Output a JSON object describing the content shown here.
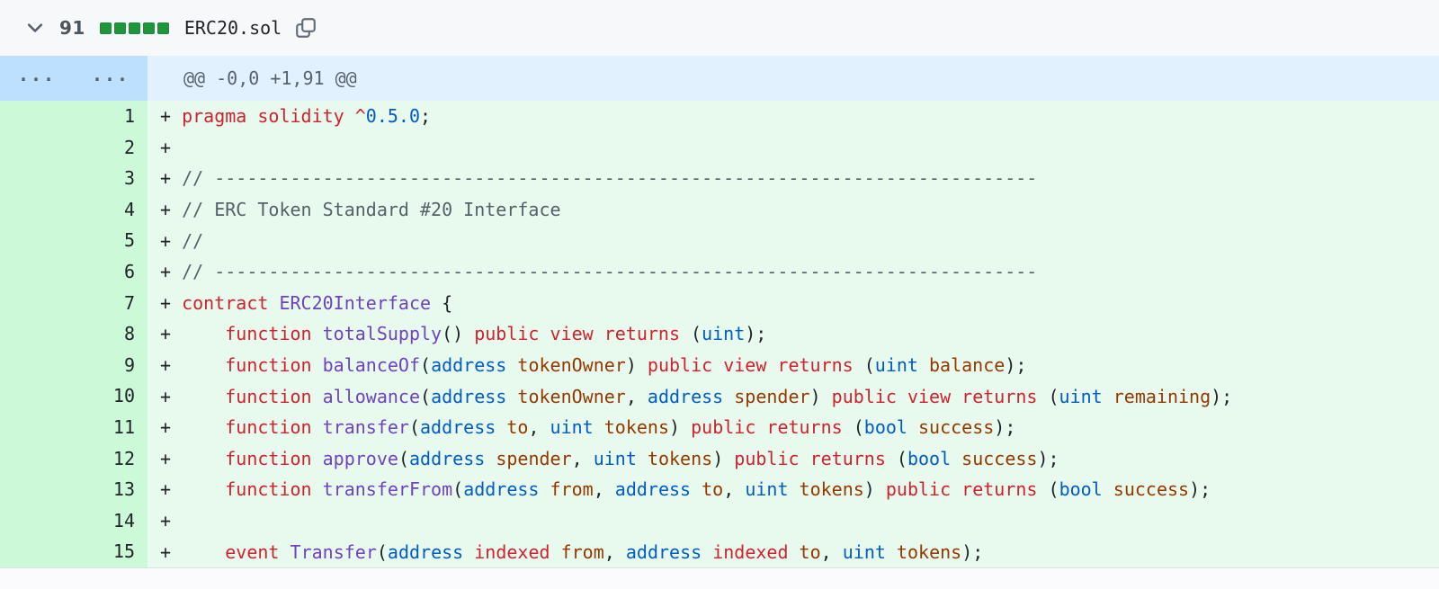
{
  "header": {
    "additions_count": "91",
    "diffstat_blocks": 5,
    "filename": "ERC20.sol"
  },
  "hunk": {
    "gutter_dots": "...",
    "header_text": "@@ -0,0 +1,91 @@"
  },
  "colors": {
    "k": "#cf222e",
    "e": "#6f42c1",
    "b": "#005cc5",
    "v": "#953800",
    "c": "#57606a",
    "p": "#1f2328",
    "marker": "#1f2328",
    "diffstat_green": "#1f963c",
    "added_line_bg": "#e8faed",
    "added_gutter_bg": "#ccf9d8",
    "hunk_bg": "#e2f1fe",
    "hunk_gutter_bg": "#bee0ff"
  },
  "lines": [
    {
      "num": "1",
      "marker": "+",
      "tokens": [
        {
          "t": "pragma solidity ^",
          "c": "k"
        },
        {
          "t": "0.5.0",
          "c": "b"
        },
        {
          "t": ";",
          "c": "p"
        }
      ]
    },
    {
      "num": "2",
      "marker": "+",
      "tokens": []
    },
    {
      "num": "3",
      "marker": "+",
      "tokens": [
        {
          "t": "// ----------------------------------------------------------------------------",
          "c": "c"
        }
      ]
    },
    {
      "num": "4",
      "marker": "+",
      "tokens": [
        {
          "t": "// ERC Token Standard #20 Interface",
          "c": "c"
        }
      ]
    },
    {
      "num": "5",
      "marker": "+",
      "tokens": [
        {
          "t": "//",
          "c": "c"
        }
      ]
    },
    {
      "num": "6",
      "marker": "+",
      "tokens": [
        {
          "t": "// ----------------------------------------------------------------------------",
          "c": "c"
        }
      ]
    },
    {
      "num": "7",
      "marker": "+",
      "tokens": [
        {
          "t": "contract",
          "c": "k"
        },
        {
          "t": " ",
          "c": "p"
        },
        {
          "t": "ERC20Interface",
          "c": "e"
        },
        {
          "t": " {",
          "c": "p"
        }
      ]
    },
    {
      "num": "8",
      "marker": "+",
      "tokens": [
        {
          "t": "    ",
          "c": "p"
        },
        {
          "t": "function",
          "c": "k"
        },
        {
          "t": " ",
          "c": "p"
        },
        {
          "t": "totalSupply",
          "c": "e"
        },
        {
          "t": "() ",
          "c": "p"
        },
        {
          "t": "public view returns",
          "c": "k"
        },
        {
          "t": " (",
          "c": "p"
        },
        {
          "t": "uint",
          "c": "b"
        },
        {
          "t": ");",
          "c": "p"
        }
      ]
    },
    {
      "num": "9",
      "marker": "+",
      "tokens": [
        {
          "t": "    ",
          "c": "p"
        },
        {
          "t": "function",
          "c": "k"
        },
        {
          "t": " ",
          "c": "p"
        },
        {
          "t": "balanceOf",
          "c": "e"
        },
        {
          "t": "(",
          "c": "p"
        },
        {
          "t": "address",
          "c": "b"
        },
        {
          "t": " ",
          "c": "p"
        },
        {
          "t": "tokenOwner",
          "c": "v"
        },
        {
          "t": ") ",
          "c": "p"
        },
        {
          "t": "public view returns",
          "c": "k"
        },
        {
          "t": " (",
          "c": "p"
        },
        {
          "t": "uint",
          "c": "b"
        },
        {
          "t": " ",
          "c": "p"
        },
        {
          "t": "balance",
          "c": "v"
        },
        {
          "t": ");",
          "c": "p"
        }
      ]
    },
    {
      "num": "10",
      "marker": "+",
      "tokens": [
        {
          "t": "    ",
          "c": "p"
        },
        {
          "t": "function",
          "c": "k"
        },
        {
          "t": " ",
          "c": "p"
        },
        {
          "t": "allowance",
          "c": "e"
        },
        {
          "t": "(",
          "c": "p"
        },
        {
          "t": "address",
          "c": "b"
        },
        {
          "t": " ",
          "c": "p"
        },
        {
          "t": "tokenOwner",
          "c": "v"
        },
        {
          "t": ", ",
          "c": "p"
        },
        {
          "t": "address",
          "c": "b"
        },
        {
          "t": " ",
          "c": "p"
        },
        {
          "t": "spender",
          "c": "v"
        },
        {
          "t": ") ",
          "c": "p"
        },
        {
          "t": "public view returns",
          "c": "k"
        },
        {
          "t": " (",
          "c": "p"
        },
        {
          "t": "uint",
          "c": "b"
        },
        {
          "t": " ",
          "c": "p"
        },
        {
          "t": "remaining",
          "c": "v"
        },
        {
          "t": ");",
          "c": "p"
        }
      ]
    },
    {
      "num": "11",
      "marker": "+",
      "tokens": [
        {
          "t": "    ",
          "c": "p"
        },
        {
          "t": "function",
          "c": "k"
        },
        {
          "t": " ",
          "c": "p"
        },
        {
          "t": "transfer",
          "c": "e"
        },
        {
          "t": "(",
          "c": "p"
        },
        {
          "t": "address",
          "c": "b"
        },
        {
          "t": " ",
          "c": "p"
        },
        {
          "t": "to",
          "c": "v"
        },
        {
          "t": ", ",
          "c": "p"
        },
        {
          "t": "uint",
          "c": "b"
        },
        {
          "t": " ",
          "c": "p"
        },
        {
          "t": "tokens",
          "c": "v"
        },
        {
          "t": ") ",
          "c": "p"
        },
        {
          "t": "public returns",
          "c": "k"
        },
        {
          "t": " (",
          "c": "p"
        },
        {
          "t": "bool",
          "c": "b"
        },
        {
          "t": " ",
          "c": "p"
        },
        {
          "t": "success",
          "c": "v"
        },
        {
          "t": ");",
          "c": "p"
        }
      ]
    },
    {
      "num": "12",
      "marker": "+",
      "tokens": [
        {
          "t": "    ",
          "c": "p"
        },
        {
          "t": "function",
          "c": "k"
        },
        {
          "t": " ",
          "c": "p"
        },
        {
          "t": "approve",
          "c": "e"
        },
        {
          "t": "(",
          "c": "p"
        },
        {
          "t": "address",
          "c": "b"
        },
        {
          "t": " ",
          "c": "p"
        },
        {
          "t": "spender",
          "c": "v"
        },
        {
          "t": ", ",
          "c": "p"
        },
        {
          "t": "uint",
          "c": "b"
        },
        {
          "t": " ",
          "c": "p"
        },
        {
          "t": "tokens",
          "c": "v"
        },
        {
          "t": ") ",
          "c": "p"
        },
        {
          "t": "public returns",
          "c": "k"
        },
        {
          "t": " (",
          "c": "p"
        },
        {
          "t": "bool",
          "c": "b"
        },
        {
          "t": " ",
          "c": "p"
        },
        {
          "t": "success",
          "c": "v"
        },
        {
          "t": ");",
          "c": "p"
        }
      ]
    },
    {
      "num": "13",
      "marker": "+",
      "tokens": [
        {
          "t": "    ",
          "c": "p"
        },
        {
          "t": "function",
          "c": "k"
        },
        {
          "t": " ",
          "c": "p"
        },
        {
          "t": "transferFrom",
          "c": "e"
        },
        {
          "t": "(",
          "c": "p"
        },
        {
          "t": "address",
          "c": "b"
        },
        {
          "t": " ",
          "c": "p"
        },
        {
          "t": "from",
          "c": "v"
        },
        {
          "t": ", ",
          "c": "p"
        },
        {
          "t": "address",
          "c": "b"
        },
        {
          "t": " ",
          "c": "p"
        },
        {
          "t": "to",
          "c": "v"
        },
        {
          "t": ", ",
          "c": "p"
        },
        {
          "t": "uint",
          "c": "b"
        },
        {
          "t": " ",
          "c": "p"
        },
        {
          "t": "tokens",
          "c": "v"
        },
        {
          "t": ") ",
          "c": "p"
        },
        {
          "t": "public returns",
          "c": "k"
        },
        {
          "t": " (",
          "c": "p"
        },
        {
          "t": "bool",
          "c": "b"
        },
        {
          "t": " ",
          "c": "p"
        },
        {
          "t": "success",
          "c": "v"
        },
        {
          "t": ");",
          "c": "p"
        }
      ]
    },
    {
      "num": "14",
      "marker": "+",
      "tokens": []
    },
    {
      "num": "15",
      "marker": "+",
      "tokens": [
        {
          "t": "    ",
          "c": "p"
        },
        {
          "t": "event",
          "c": "k"
        },
        {
          "t": " ",
          "c": "p"
        },
        {
          "t": "Transfer",
          "c": "e"
        },
        {
          "t": "(",
          "c": "p"
        },
        {
          "t": "address",
          "c": "b"
        },
        {
          "t": " ",
          "c": "p"
        },
        {
          "t": "indexed",
          "c": "k"
        },
        {
          "t": " ",
          "c": "p"
        },
        {
          "t": "from",
          "c": "v"
        },
        {
          "t": ", ",
          "c": "p"
        },
        {
          "t": "address",
          "c": "b"
        },
        {
          "t": " ",
          "c": "p"
        },
        {
          "t": "indexed",
          "c": "k"
        },
        {
          "t": " ",
          "c": "p"
        },
        {
          "t": "to",
          "c": "v"
        },
        {
          "t": ", ",
          "c": "p"
        },
        {
          "t": "uint",
          "c": "b"
        },
        {
          "t": " ",
          "c": "p"
        },
        {
          "t": "tokens",
          "c": "v"
        },
        {
          "t": ");",
          "c": "p"
        }
      ]
    }
  ]
}
